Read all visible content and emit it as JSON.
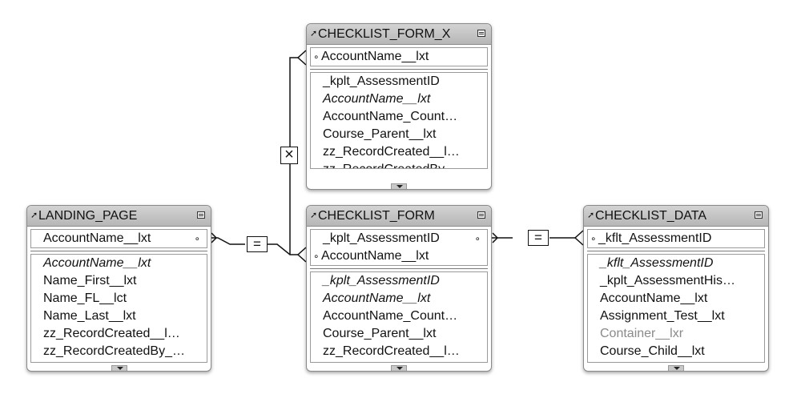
{
  "tables": {
    "checklist_form_x": {
      "title": "CHECKLIST_FORM_X",
      "keys": [
        "AccountName__lxt"
      ],
      "fields": [
        "_kplt_AssessmentID",
        "AccountName__lxt",
        "AccountName_Count…",
        "Course_Parent__lxt",
        "zz_RecordCreated__l…",
        "zz_RecordCreatedBy_…"
      ]
    },
    "landing_page": {
      "title": "LANDING_PAGE",
      "keys": [
        "AccountName__lxt"
      ],
      "fields": [
        "AccountName__lxt",
        "Name_First__lxt",
        "Name_FL__lct",
        "Name_Last__lxt",
        "zz_RecordCreated__l…",
        "zz_RecordCreatedBy_…"
      ]
    },
    "checklist_form": {
      "title": "CHECKLIST_FORM",
      "keys": [
        "_kplt_AssessmentID",
        "AccountName__lxt"
      ],
      "fields": [
        "_kplt_AssessmentID",
        "AccountName__lxt",
        "AccountName_Count…",
        "Course_Parent__lxt",
        "zz_RecordCreated__l…"
      ]
    },
    "checklist_data": {
      "title": "CHECKLIST_DATA",
      "keys": [
        "_kflt_AssessmentID"
      ],
      "fields": [
        "_kflt_AssessmentID",
        "_kplt_AssessmentHis…",
        "AccountName__lxt",
        "Assignment_Test__lxt",
        "Container__lxr",
        "Course_Child__lxt"
      ]
    }
  },
  "relationships": {
    "equal_symbol": "=",
    "cartesian_symbol": "×"
  }
}
